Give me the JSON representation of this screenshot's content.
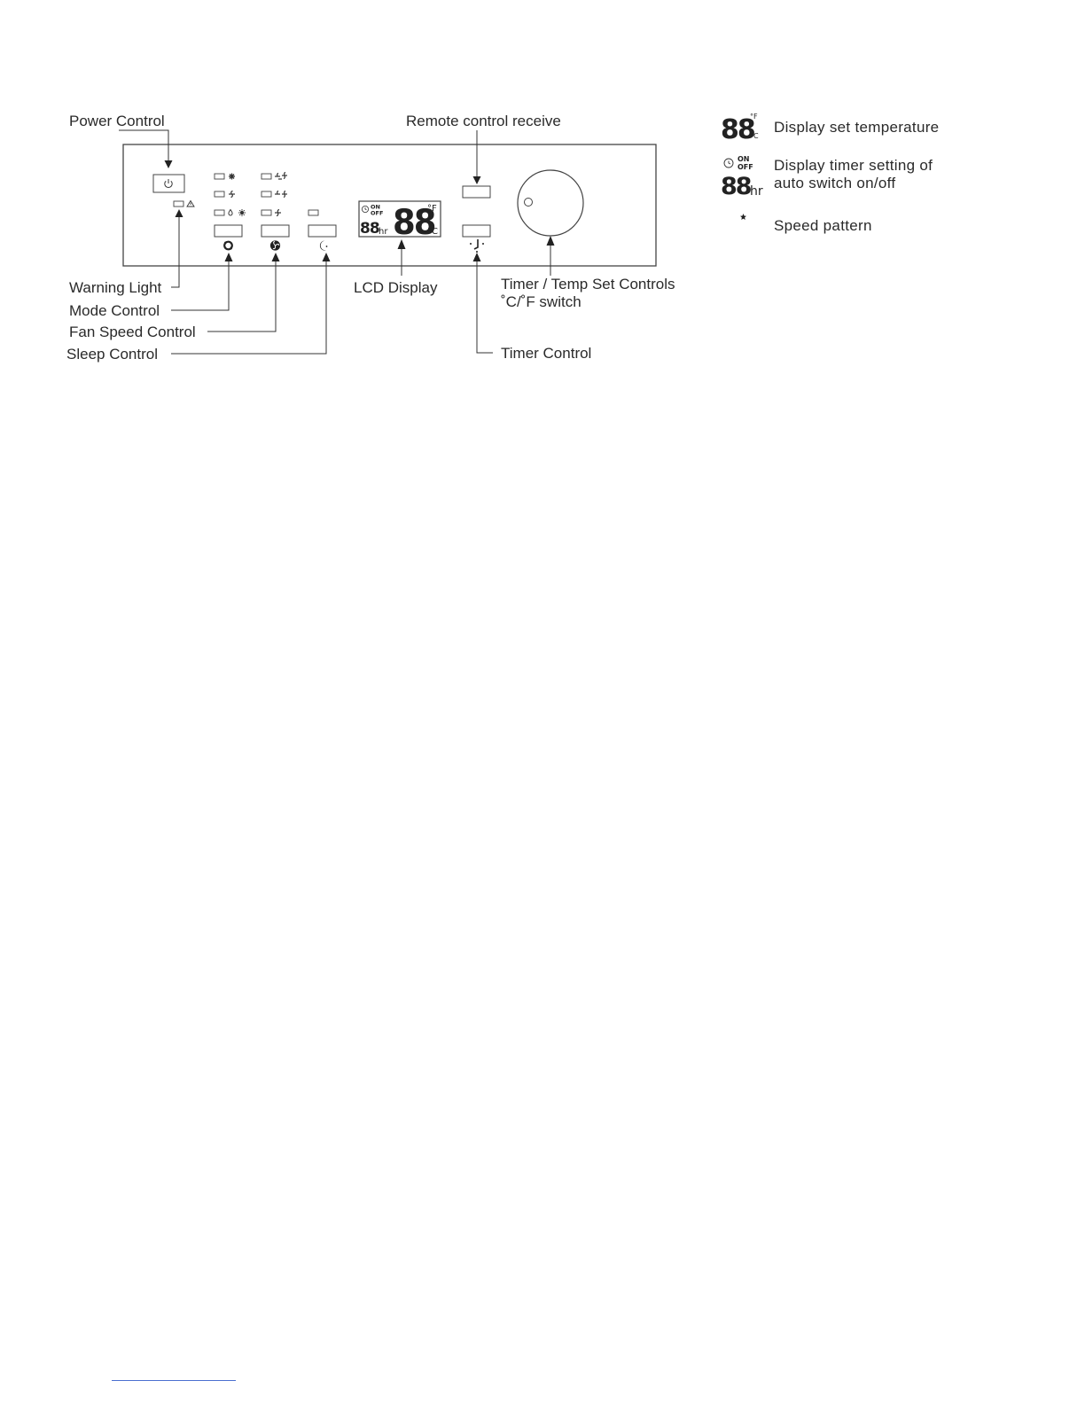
{
  "callouts": {
    "power_control": "Power Control",
    "remote_control_receive": "Remote control receive",
    "warning_light": "Warning Light",
    "mode_control": "Mode Control",
    "fan_speed_control": "Fan Speed Control",
    "sleep_control": "Sleep Control",
    "lcd_display": "LCD Display",
    "timer_temp_set_line1": "Timer / Temp Set Controls",
    "timer_temp_set_line2": "˚C/˚F switch",
    "timer_control": "Timer Control"
  },
  "lcd": {
    "on": "ON",
    "off": "OFF",
    "timer_digits": "88",
    "hr": "hr",
    "temp_digits": "88",
    "deg_f": "°F",
    "deg_c": "°C"
  },
  "legend": {
    "temp": {
      "digits": "88",
      "deg_f": "°F",
      "deg_c": "°C",
      "text": "Display set temperature"
    },
    "timer": {
      "on": "ON",
      "off": "OFF",
      "digits": "88",
      "hr": "hr",
      "text_line1": "Display timer setting of",
      "text_line2": "auto switch on/off"
    },
    "sleep": {
      "text": "Speed pattern",
      "icon": "moon-star-icon"
    }
  },
  "icons": {
    "power": "power-icon",
    "warning": "warning-triangle-icon",
    "mode": "mode-cycle-icon",
    "fan": "fan-icon",
    "sleep": "moon-icon",
    "timer": "timer-icon",
    "knob": "knob-dial"
  }
}
